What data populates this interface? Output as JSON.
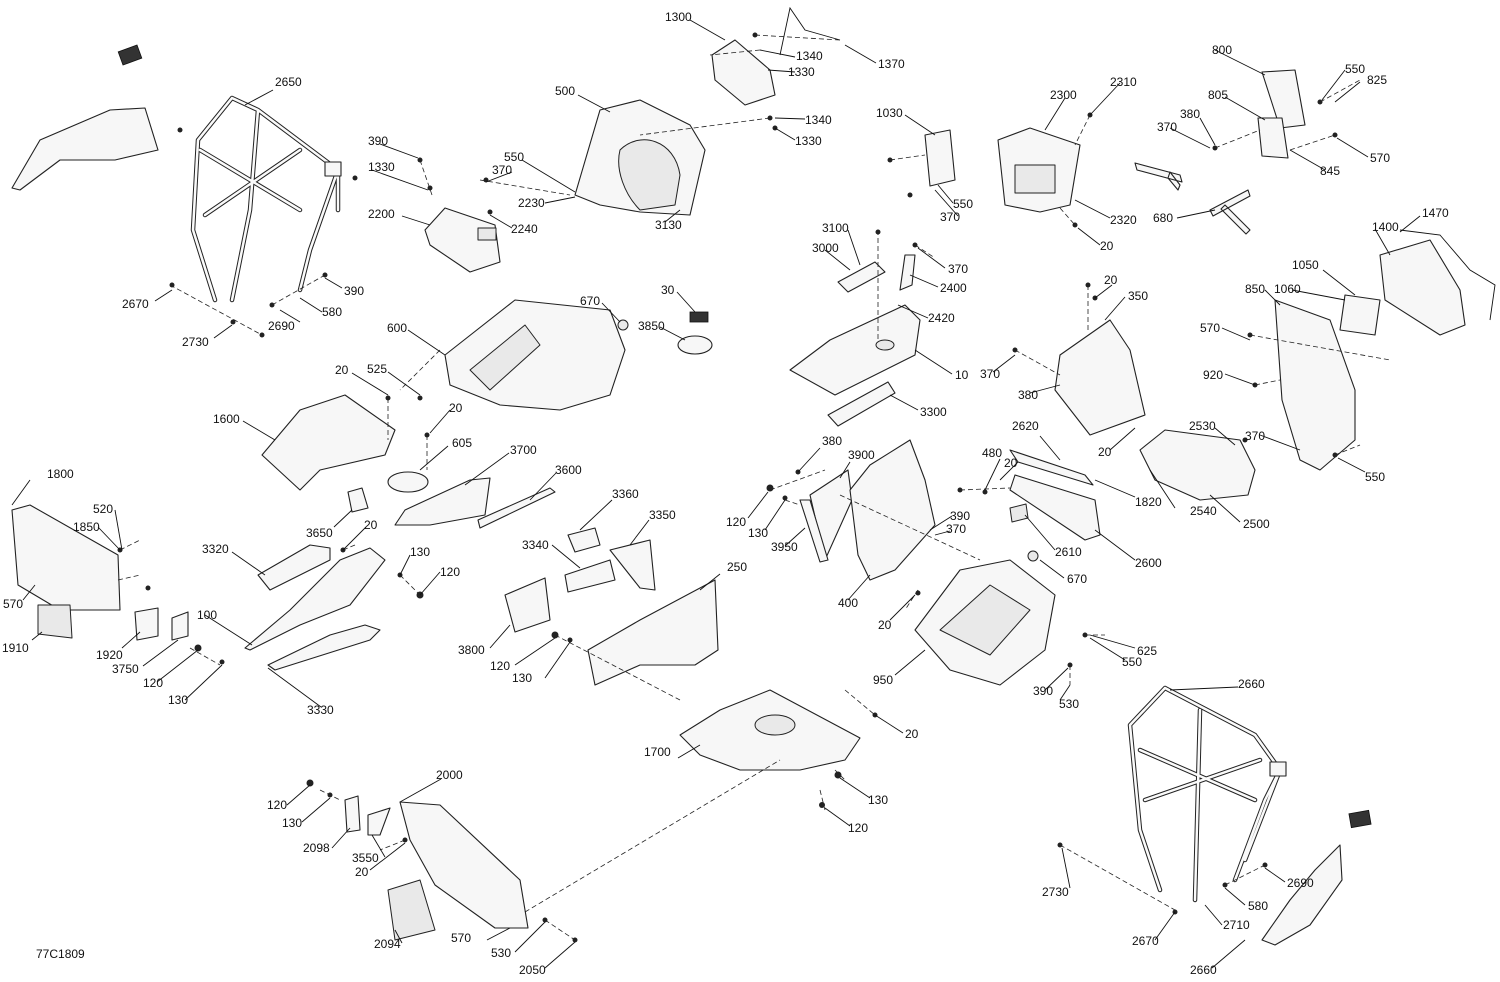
{
  "figure_id": "77C1809",
  "callouts": [
    {
      "id": "c2650a",
      "text": "2650"
    },
    {
      "id": "c2670a",
      "text": "2670"
    },
    {
      "id": "c2730a",
      "text": "2730"
    },
    {
      "id": "c390a",
      "text": "390"
    },
    {
      "id": "c580a",
      "text": "580"
    },
    {
      "id": "c2690a",
      "text": "2690"
    },
    {
      "id": "c390b",
      "text": "390"
    },
    {
      "id": "c1330a",
      "text": "1330"
    },
    {
      "id": "c2200",
      "text": "2200"
    },
    {
      "id": "c370a",
      "text": "370"
    },
    {
      "id": "c550a",
      "text": "550"
    },
    {
      "id": "c2230",
      "text": "2230"
    },
    {
      "id": "c2240",
      "text": "2240"
    },
    {
      "id": "c500",
      "text": "500"
    },
    {
      "id": "c3130",
      "text": "3130"
    },
    {
      "id": "c1300",
      "text": "1300"
    },
    {
      "id": "c1340a",
      "text": "1340"
    },
    {
      "id": "c1330b",
      "text": "1330"
    },
    {
      "id": "c1370",
      "text": "1370"
    },
    {
      "id": "c1340b",
      "text": "1340"
    },
    {
      "id": "c1330c",
      "text": "1330"
    },
    {
      "id": "c1030",
      "text": "1030"
    },
    {
      "id": "c550b",
      "text": "550"
    },
    {
      "id": "c370b",
      "text": "370"
    },
    {
      "id": "c2300",
      "text": "2300"
    },
    {
      "id": "c2310",
      "text": "2310"
    },
    {
      "id": "c2320",
      "text": "2320"
    },
    {
      "id": "c20a",
      "text": "20"
    },
    {
      "id": "c800",
      "text": "800"
    },
    {
      "id": "c550c",
      "text": "550"
    },
    {
      "id": "c825",
      "text": "825"
    },
    {
      "id": "c805",
      "text": "805"
    },
    {
      "id": "c380a",
      "text": "380"
    },
    {
      "id": "c370c",
      "text": "370"
    },
    {
      "id": "c570a",
      "text": "570"
    },
    {
      "id": "c845",
      "text": "845"
    },
    {
      "id": "c680",
      "text": "680"
    },
    {
      "id": "c3100",
      "text": "3100"
    },
    {
      "id": "c3000",
      "text": "3000"
    },
    {
      "id": "c370d",
      "text": "370"
    },
    {
      "id": "c2400",
      "text": "2400"
    },
    {
      "id": "c2420",
      "text": "2420"
    },
    {
      "id": "c10",
      "text": "10"
    },
    {
      "id": "c3300",
      "text": "3300"
    },
    {
      "id": "c20b",
      "text": "20"
    },
    {
      "id": "c350",
      "text": "350"
    },
    {
      "id": "c370e",
      "text": "370"
    },
    {
      "id": "c380b",
      "text": "380"
    },
    {
      "id": "c20c",
      "text": "20"
    },
    {
      "id": "c1470",
      "text": "1470"
    },
    {
      "id": "c1400",
      "text": "1400"
    },
    {
      "id": "c1050",
      "text": "1050"
    },
    {
      "id": "c850",
      "text": "850"
    },
    {
      "id": "c1060",
      "text": "1060"
    },
    {
      "id": "c570b",
      "text": "570"
    },
    {
      "id": "c920",
      "text": "920"
    },
    {
      "id": "c370f",
      "text": "370"
    },
    {
      "id": "c550d",
      "text": "550"
    },
    {
      "id": "c600",
      "text": "600"
    },
    {
      "id": "c670a",
      "text": "670"
    },
    {
      "id": "c30",
      "text": "30"
    },
    {
      "id": "c3850",
      "text": "3850"
    },
    {
      "id": "c20d",
      "text": "20"
    },
    {
      "id": "c525",
      "text": "525"
    },
    {
      "id": "c20e",
      "text": "20"
    },
    {
      "id": "c1600",
      "text": "1600"
    },
    {
      "id": "c605",
      "text": "605"
    },
    {
      "id": "c3700",
      "text": "3700"
    },
    {
      "id": "c3600",
      "text": "3600"
    },
    {
      "id": "c1800",
      "text": "1800"
    },
    {
      "id": "c520",
      "text": "520"
    },
    {
      "id": "c1850",
      "text": "1850"
    },
    {
      "id": "c570c",
      "text": "570"
    },
    {
      "id": "c1910",
      "text": "1910"
    },
    {
      "id": "c3650",
      "text": "3650"
    },
    {
      "id": "c20f",
      "text": "20"
    },
    {
      "id": "c3320",
      "text": "3320"
    },
    {
      "id": "c130a",
      "text": "130"
    },
    {
      "id": "c120a",
      "text": "120"
    },
    {
      "id": "c100",
      "text": "100"
    },
    {
      "id": "c1920",
      "text": "1920"
    },
    {
      "id": "c3750",
      "text": "3750"
    },
    {
      "id": "c120b",
      "text": "120"
    },
    {
      "id": "c130b",
      "text": "130"
    },
    {
      "id": "c3330",
      "text": "3330"
    },
    {
      "id": "c3360",
      "text": "3360"
    },
    {
      "id": "c3350",
      "text": "3350"
    },
    {
      "id": "c3340",
      "text": "3340"
    },
    {
      "id": "c3800",
      "text": "3800"
    },
    {
      "id": "c120c",
      "text": "120"
    },
    {
      "id": "c130c",
      "text": "130"
    },
    {
      "id": "c250",
      "text": "250"
    },
    {
      "id": "c380c",
      "text": "380"
    },
    {
      "id": "c3900",
      "text": "3900"
    },
    {
      "id": "c120d",
      "text": "120"
    },
    {
      "id": "c130d",
      "text": "130"
    },
    {
      "id": "c3950",
      "text": "3950"
    },
    {
      "id": "c400",
      "text": "400"
    },
    {
      "id": "c390c",
      "text": "390"
    },
    {
      "id": "c370g",
      "text": "370"
    },
    {
      "id": "c480",
      "text": "480"
    },
    {
      "id": "c20g",
      "text": "20"
    },
    {
      "id": "c2620",
      "text": "2620"
    },
    {
      "id": "c1820",
      "text": "1820"
    },
    {
      "id": "c2530",
      "text": "2530"
    },
    {
      "id": "c2540",
      "text": "2540"
    },
    {
      "id": "c2500",
      "text": "2500"
    },
    {
      "id": "c2610",
      "text": "2610"
    },
    {
      "id": "c2600",
      "text": "2600"
    },
    {
      "id": "c670b",
      "text": "670"
    },
    {
      "id": "c20h",
      "text": "20"
    },
    {
      "id": "c950",
      "text": "950"
    },
    {
      "id": "c625",
      "text": "625"
    },
    {
      "id": "c550e",
      "text": "550"
    },
    {
      "id": "c390d",
      "text": "390"
    },
    {
      "id": "c530a",
      "text": "530"
    },
    {
      "id": "c1700",
      "text": "1700"
    },
    {
      "id": "c20i",
      "text": "20"
    },
    {
      "id": "c130e",
      "text": "130"
    },
    {
      "id": "c120e",
      "text": "120"
    },
    {
      "id": "c2000",
      "text": "2000"
    },
    {
      "id": "c120f",
      "text": "120"
    },
    {
      "id": "c130f",
      "text": "130"
    },
    {
      "id": "c2098",
      "text": "2098"
    },
    {
      "id": "c3550",
      "text": "3550"
    },
    {
      "id": "c20j",
      "text": "20"
    },
    {
      "id": "c2094",
      "text": "2094"
    },
    {
      "id": "c570d",
      "text": "570"
    },
    {
      "id": "c530b",
      "text": "530"
    },
    {
      "id": "c2050",
      "text": "2050"
    },
    {
      "id": "c2660a",
      "text": "2660"
    },
    {
      "id": "c2730b",
      "text": "2730"
    },
    {
      "id": "c2690b",
      "text": "2690"
    },
    {
      "id": "c580b",
      "text": "580"
    },
    {
      "id": "c2710",
      "text": "2710"
    },
    {
      "id": "c2670b",
      "text": "2670"
    },
    {
      "id": "c2660b",
      "text": "2660"
    }
  ]
}
